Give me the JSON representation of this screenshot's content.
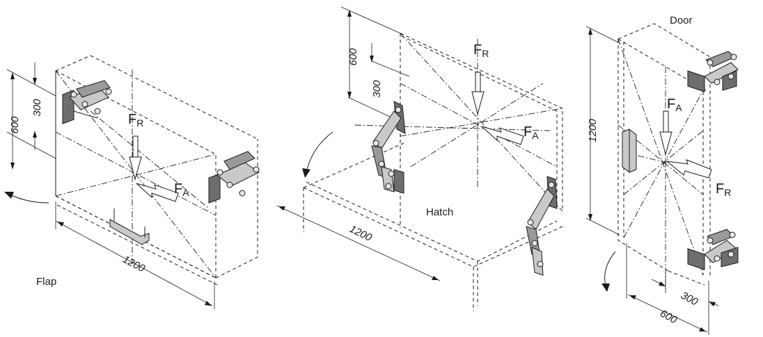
{
  "flap": {
    "caption": "Flap",
    "dim_width": "1200",
    "dim_height": "600",
    "dim_offset": "300",
    "force_r": "F",
    "force_r_sub": "R",
    "force_a": "F",
    "force_a_sub": "A"
  },
  "hatch": {
    "caption": "Hatch",
    "dim_width": "1200",
    "dim_height": "600",
    "dim_offset": "300",
    "force_r": "F",
    "force_r_sub": "R",
    "force_a": "F",
    "force_a_sub": "A"
  },
  "door": {
    "caption": "Door",
    "dim_height": "1200",
    "dim_width": "600",
    "dim_offset": "300",
    "force_r": "F",
    "force_r_sub": "R",
    "force_a": "F",
    "force_a_sub": "A"
  }
}
